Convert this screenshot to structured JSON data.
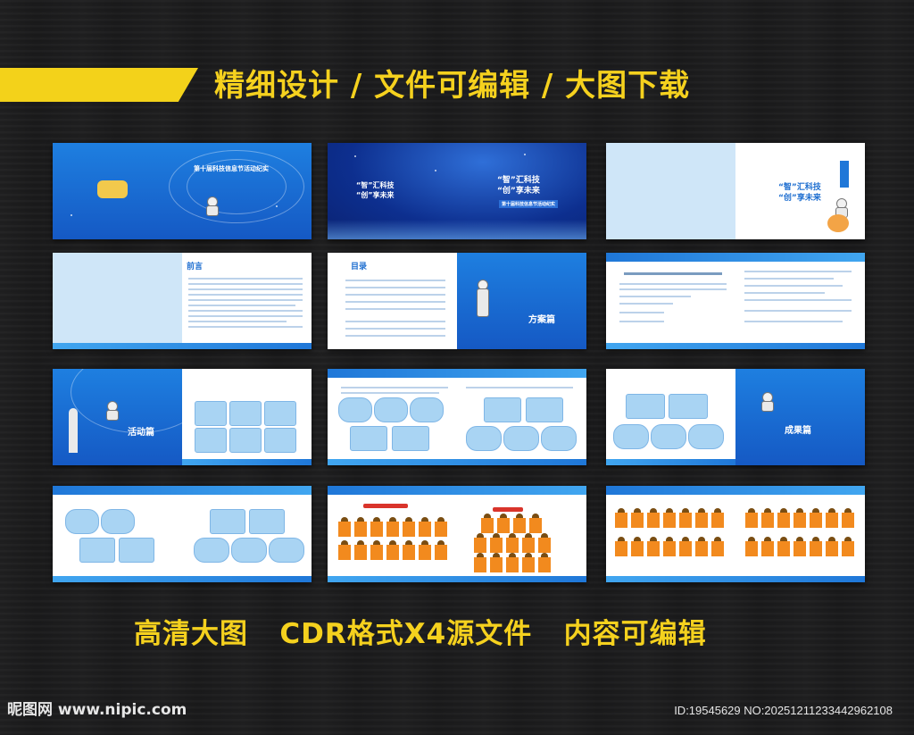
{
  "header": {
    "headline": "精细设计 / 文件可编辑 / 大图下载"
  },
  "footer": {
    "tagline": "高清大图   CDR格式X4源文件   内容可编辑",
    "logo": "昵图网 www.nipic.com",
    "id_text": "ID:19545629 NO:20251211233442962108"
  },
  "pages": {
    "cover_title": "第十届科技信息节活动纪实",
    "slogan_line1": "“智”汇科技",
    "slogan_line2": "“创”享未来",
    "preface_title": "前言",
    "toc_title": "目录",
    "plan_section": "方案篇",
    "activity_section": "活动篇",
    "result_section": "成果篇"
  },
  "colors": {
    "accent_yellow": "#f5d11e",
    "page_blue": "#1e7fe0",
    "frame_blue": "#a9d4f3",
    "tile_orange": "#f28a1e"
  }
}
